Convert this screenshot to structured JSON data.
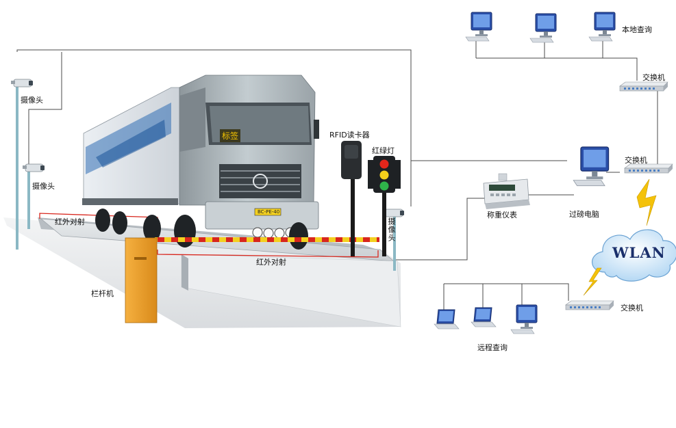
{
  "labels": {
    "camera_1": "摄像头",
    "camera_2": "摄像头",
    "camera_3": "摄像头",
    "vehicle_tag": "标签",
    "rfid_reader": "RFID读卡器",
    "traffic_light": "红绿灯",
    "ir_sensor_1": "红外对射",
    "ir_sensor_2": "红外对射",
    "barrier_gate": "栏杆机",
    "weighing_indicator": "称重仪表",
    "weighbridge_pc": "过磅电脑",
    "local_query": "本地查询",
    "remote_query": "远程查询",
    "switch_1": "交换机",
    "switch_2": "交换机",
    "switch_3": "交换机",
    "cloud": "WLAN",
    "plate": "BC-PE-40"
  },
  "colors": {
    "truck_body": "#b7c0c6",
    "trailer": "#dfe4ea",
    "barrier": "#f0a028",
    "hazard_yellow": "#f3d020",
    "hazard_red": "#d8261d",
    "scale_platform": "#dfe3e6",
    "cloud": "#cfe6f8",
    "lightning": "#f4c20a",
    "network_line": "#4a4a4a"
  }
}
